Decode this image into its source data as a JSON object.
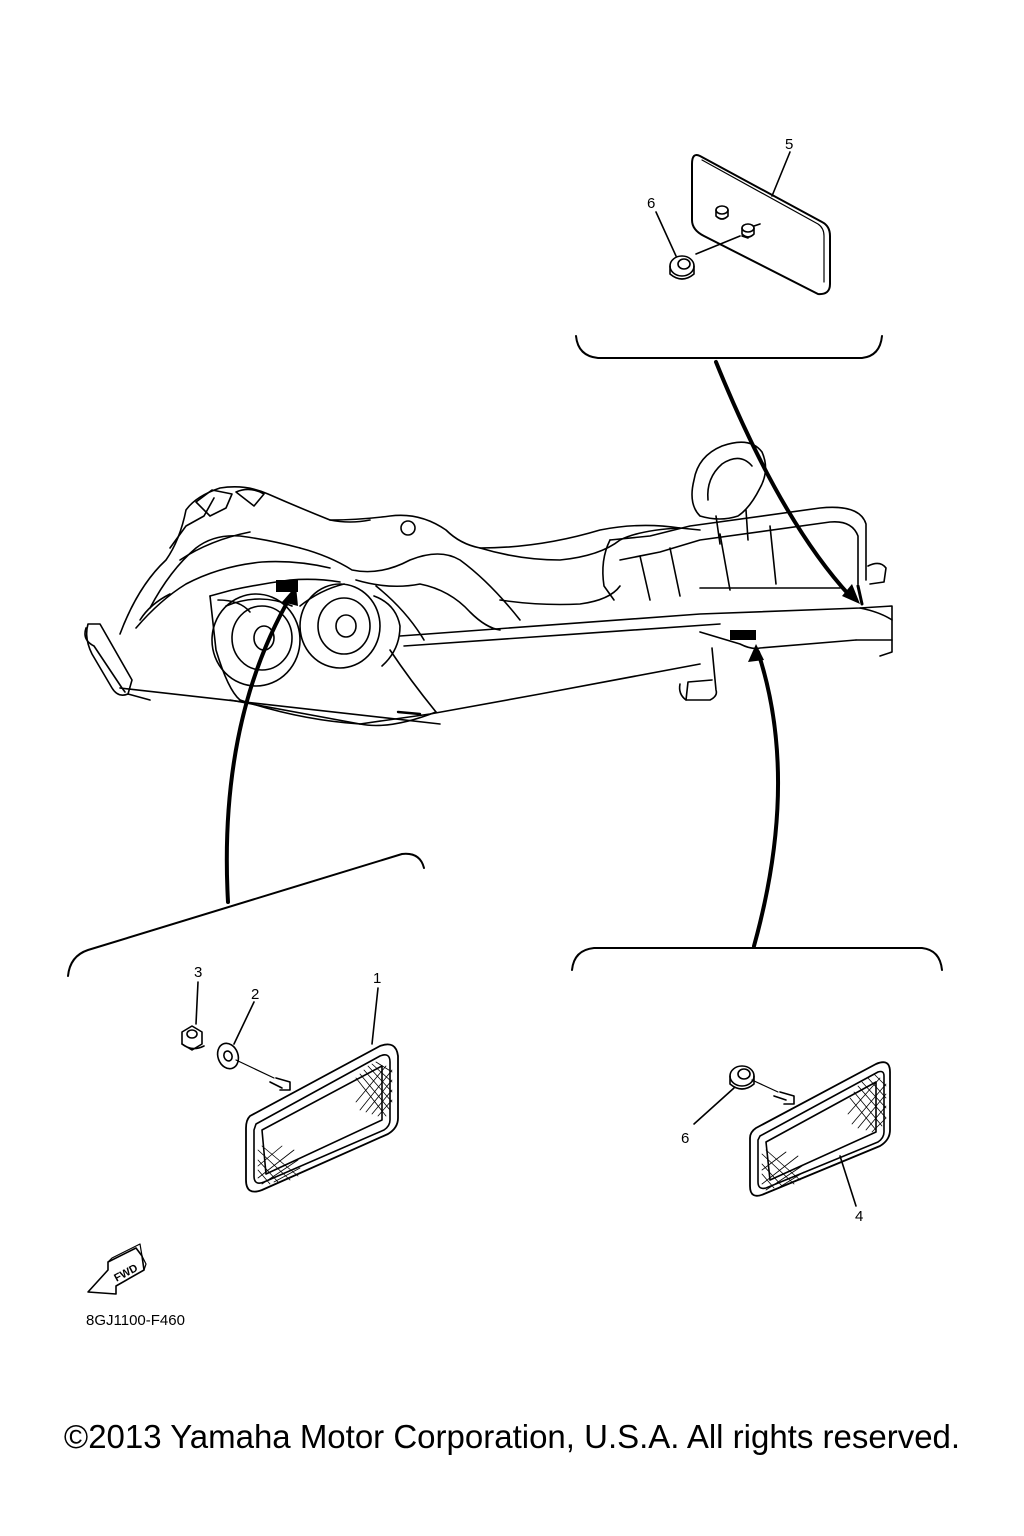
{
  "diagram": {
    "code": "8GJ1100-F460",
    "direction_label": "FWD",
    "callouts": [
      {
        "id": "callout-1",
        "label": "1"
      },
      {
        "id": "callout-2",
        "label": "2"
      },
      {
        "id": "callout-3",
        "label": "3"
      },
      {
        "id": "callout-4",
        "label": "4"
      },
      {
        "id": "callout-5",
        "label": "5"
      },
      {
        "id": "callout-6-top",
        "label": "6"
      },
      {
        "id": "callout-6-bottom",
        "label": "6"
      }
    ]
  },
  "footer": {
    "copyright": "©2013 Yamaha Motor Corporation, U.S.A. All rights reserved."
  },
  "colors": {
    "line": "#000000",
    "background": "#ffffff"
  }
}
